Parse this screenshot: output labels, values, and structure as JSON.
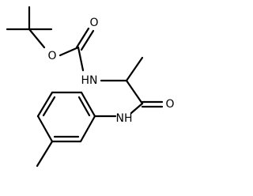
{
  "molecule": {
    "atom_labels": {
      "o_ester": "O",
      "o_carbonyl_boc": "O",
      "nh_carbamate": "HN",
      "o_carbonyl_amide": "O",
      "nh_amide": "NH"
    }
  }
}
